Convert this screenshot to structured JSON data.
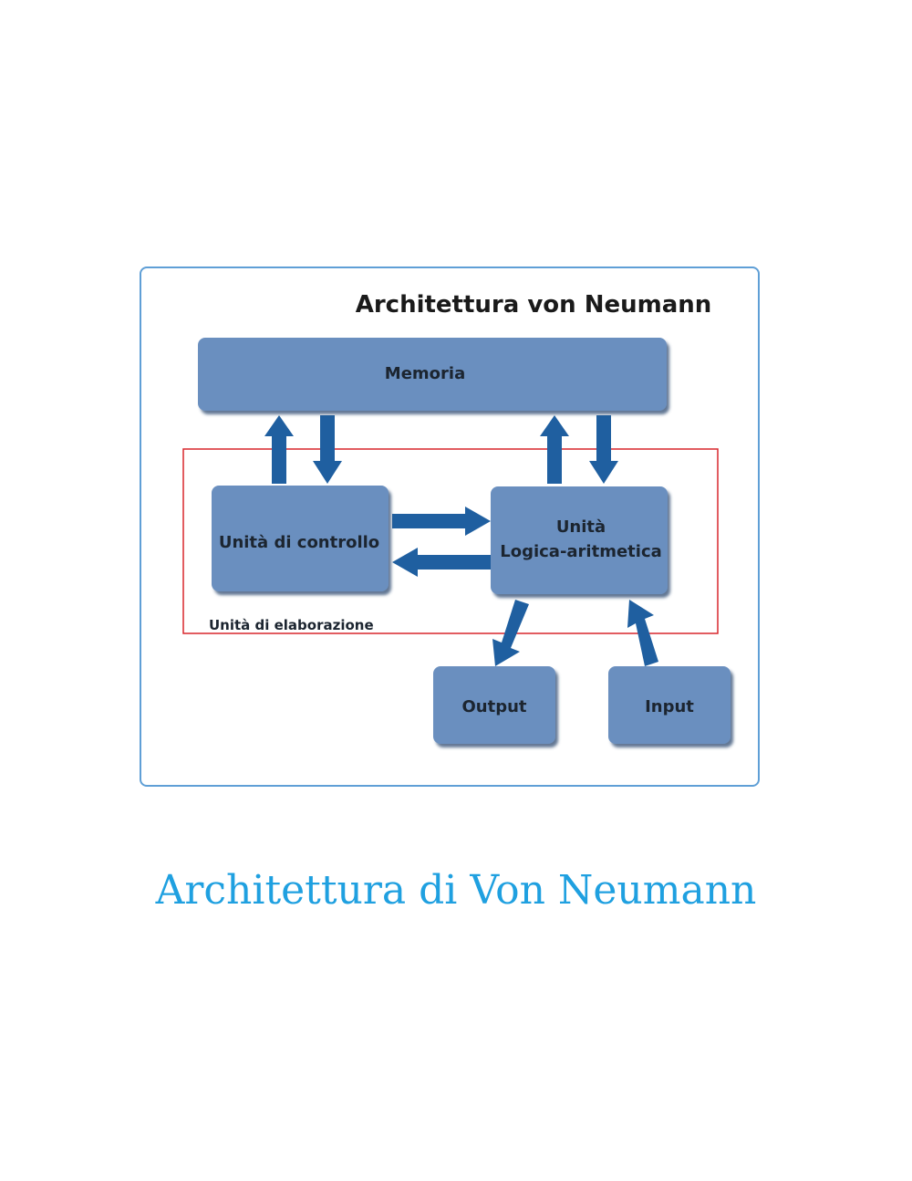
{
  "diagram": {
    "title": "Architettura von Neumann",
    "boxes": {
      "memoria": "Memoria",
      "controllo": "Unità di controllo",
      "alu_line1": "Unità",
      "alu_line2": "Logica-aritmetica",
      "output": "Output",
      "input": "Input"
    },
    "group_label": "Unità di elaborazione",
    "colors": {
      "box_fill": "#6b8fbf",
      "box_shadow": "#3e5f8a",
      "arrow": "#1f5fa0",
      "group_border": "#d9262c",
      "frame_border": "#5f9fd6"
    }
  },
  "caption": "Architettura di Von Neumann"
}
